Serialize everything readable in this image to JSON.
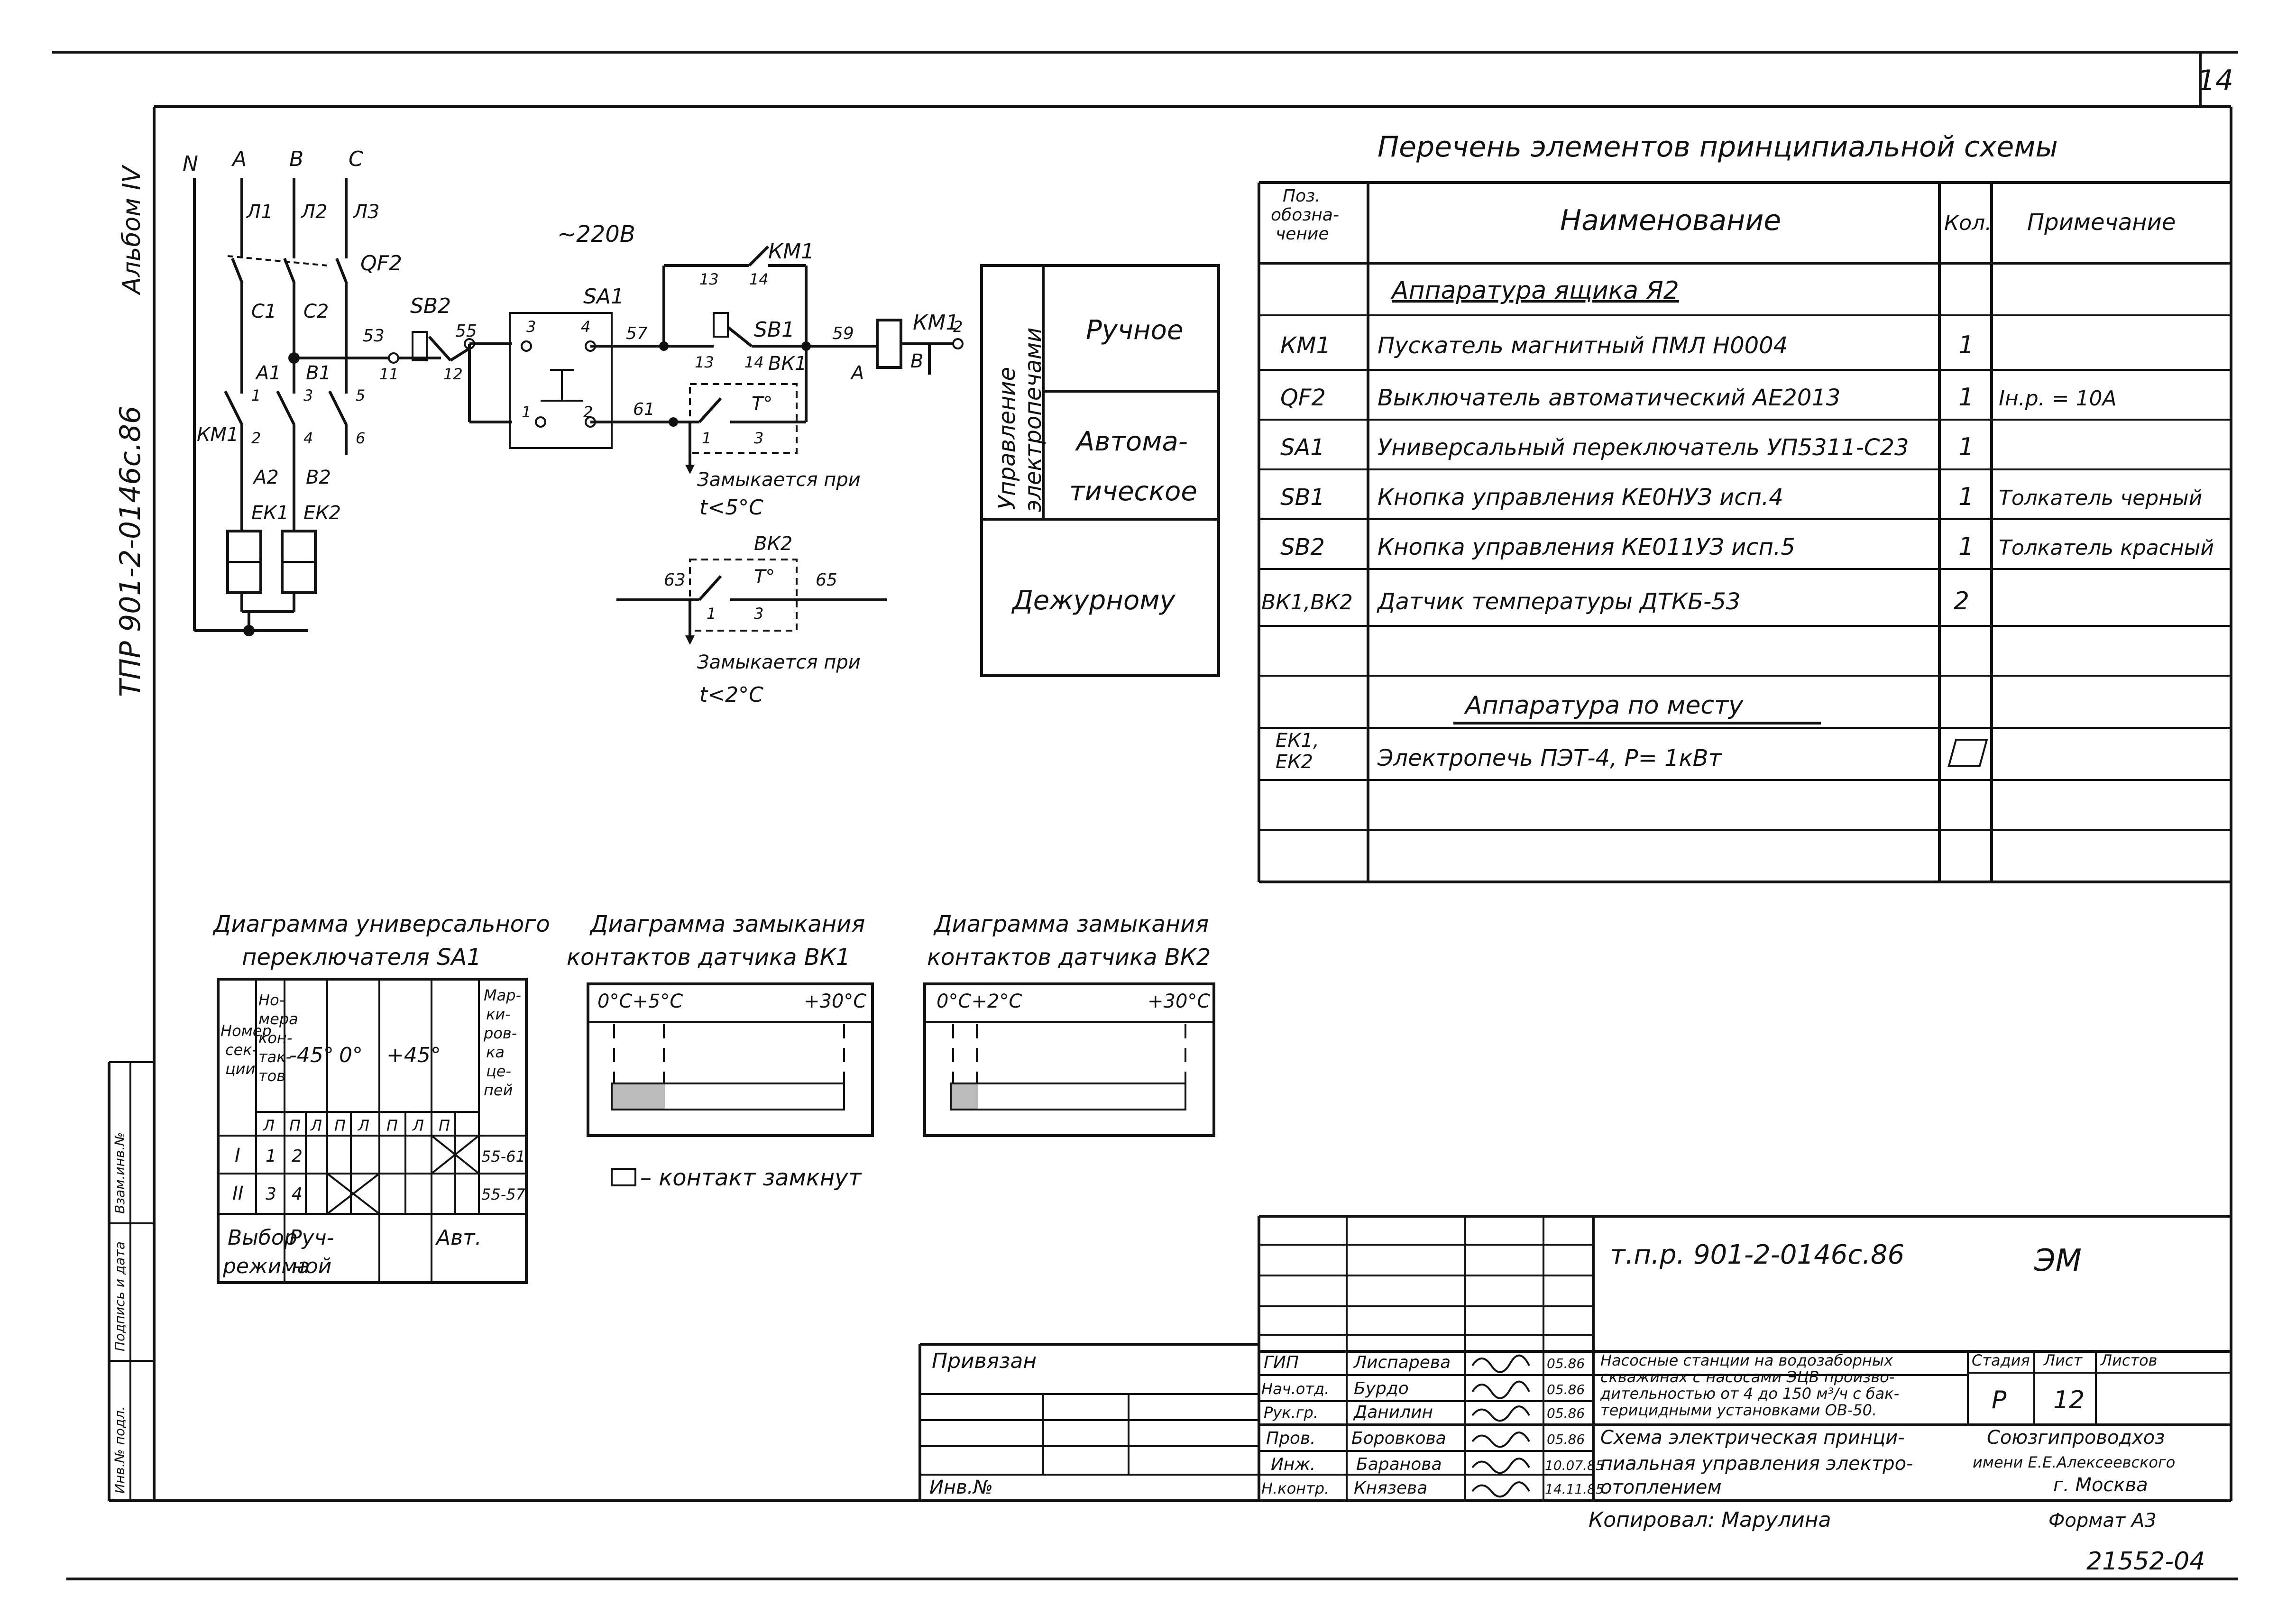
{
  "sheet_no": "14",
  "album": "Альбом IV",
  "side_code": "ТПР 901-2-0146с.86",
  "side_labels": [
    "Взам.инв.№",
    "Подпись и дата",
    "Инв.№ подл."
  ],
  "schematic": {
    "phases": [
      "N",
      "A",
      "B",
      "C"
    ],
    "lines": [
      "Л1",
      "Л2",
      "Л3"
    ],
    "qf": "QF2",
    "c_labels": [
      "С1",
      "С2"
    ],
    "a1": "А1",
    "b1": "В1",
    "km_contacts": [
      "1",
      "3",
      "5",
      "2",
      "4",
      "6"
    ],
    "km1_label": "КМ1",
    "a2": "А2",
    "b2": "В2",
    "ek": [
      "ЕК1",
      "ЕК2"
    ],
    "voltage": "~220В",
    "sa1": "SA1",
    "sb2": "SB2",
    "sb1": "SB1",
    "bk1": "ВК1",
    "bk2": "ВК2",
    "wires": [
      "53",
      "55",
      "57",
      "59",
      "61",
      "63",
      "65"
    ],
    "pins": [
      "11",
      "12",
      "3",
      "4",
      "1",
      "2",
      "13",
      "14",
      "13",
      "14",
      "1",
      "3",
      "1",
      "3",
      "2"
    ],
    "km1_coil": "КМ1",
    "terms": [
      "А",
      "В"
    ],
    "temp_symbol": "Т°",
    "close1": [
      "Замыкается при",
      "t<5°С"
    ],
    "close2": [
      "Замыкается при",
      "t<2°С"
    ]
  },
  "mode_box": {
    "header": [
      "Управление",
      "электропечами"
    ],
    "rows": [
      "Ручное",
      "Автома-",
      "тическое",
      "Дежурному"
    ]
  },
  "elements_list": {
    "title": "Перечень элементов принципиальной схемы",
    "headers": [
      "Поз.",
      "обозна-",
      "чение",
      "Наименование",
      "Кол.",
      "Примечание"
    ],
    "section1": "Аппаратура ящика Я2",
    "rows": [
      {
        "pos": "КМ1",
        "name": "Пускатель магнитный ПМЛ Н0004",
        "qty": "1",
        "note": ""
      },
      {
        "pos": "QF2",
        "name": "Выключатель автоматический АЕ2013",
        "qty": "1",
        "note": "Ін.р. = 10А"
      },
      {
        "pos": "SA1",
        "name": "Универсальный переключатель УП5311-С23",
        "qty": "1",
        "note": ""
      },
      {
        "pos": "SB1",
        "name": "Кнопка управления КЕ0НУЗ исп.4",
        "qty": "1",
        "note": "Толкатель черный"
      },
      {
        "pos": "SB2",
        "name": "Кнопка управления КЕ011УЗ исп.5",
        "qty": "1",
        "note": "Толкатель красный"
      },
      {
        "pos": "ВК1,ВК2",
        "name": "Датчик температуры ДТКБ-53",
        "qty": "2",
        "note": ""
      }
    ],
    "section2": "Аппаратура по месту",
    "row_ek": {
      "pos1": "ЕК1,",
      "pos2": "ЕК2",
      "name": "Электропечь ПЭТ-4, Р= 1кВт"
    }
  },
  "sa1_diagram": {
    "title": [
      "Диаграмма универсального",
      "переключателя SA1"
    ],
    "h1": [
      "Номер",
      "сек-",
      "ции"
    ],
    "h2": [
      "Но-",
      "мера",
      "кон-",
      "так-",
      "тов"
    ],
    "angles": [
      "-45°",
      "0°",
      "+45°"
    ],
    "h_mark": [
      "Мар-",
      "ки-",
      "ров-",
      "ка",
      "це-",
      "пей"
    ],
    "sub": [
      "Л",
      "П",
      "Л",
      "П",
      "Л",
      "П",
      "Л",
      "П"
    ],
    "rows": [
      {
        "sec": "I",
        "c1": "1",
        "c2": "2",
        "mark": "55-61"
      },
      {
        "sec": "II",
        "c1": "3",
        "c2": "4",
        "mark": "55-57"
      }
    ],
    "footer": [
      "Выбор",
      "режима",
      "Руч-",
      "ной",
      "Авт."
    ]
  },
  "bk1_diagram": {
    "title": [
      "Диаграмма замыкания",
      "контактов датчика ВК1"
    ],
    "scale": [
      "0°С+5°С",
      "+30°С"
    ]
  },
  "bk2_diagram": {
    "title": [
      "Диаграмма замыкания",
      "контактов датчика ВК2"
    ],
    "scale": [
      "0°С+2°С",
      "+30°С"
    ]
  },
  "legend": "– контакт замкнут",
  "title_block": {
    "code": "т.п.р. 901-2-0146с.86",
    "mark": "ЭМ",
    "privyazan": "Привязан",
    "inv": "Инв.№",
    "people": [
      {
        "role": "ГИП",
        "name": "Лиспарева",
        "date": "05.86"
      },
      {
        "role": "Нач.отд.",
        "name": "Бурдо",
        "date": "05.86"
      },
      {
        "role": "Рук.гр.",
        "name": "Данилин",
        "date": "05.86"
      },
      {
        "role": "Пров.",
        "name": "Боровкова",
        "date": "05.86"
      },
      {
        "role": "Инж.",
        "name": "Баранова",
        "date": "10.07.85"
      },
      {
        "role": "Н.контр.",
        "name": "Князева",
        "date": "14.11.85"
      }
    ],
    "project": [
      "Насосные станции на водозаборных",
      "скважинах с насосами ЭЦВ произво-",
      "дительностью от 4 до 150 м³/ч с бак-",
      "терицидными установками ОВ-50."
    ],
    "sheet_title": [
      "Схема электрическая принци-",
      "пиальная управления электро-",
      "отоплением"
    ],
    "stage_h": "Стадия",
    "list_h": "Лист",
    "lists_h": "Листов",
    "stage": "Р",
    "list": "12",
    "org": [
      "Союзгипроводхоз",
      "имени Е.Е.Алексеевского",
      "г. Москва"
    ],
    "copied": "Копировал: Марулина",
    "format": "Формат А3",
    "archive": "21552-04"
  }
}
